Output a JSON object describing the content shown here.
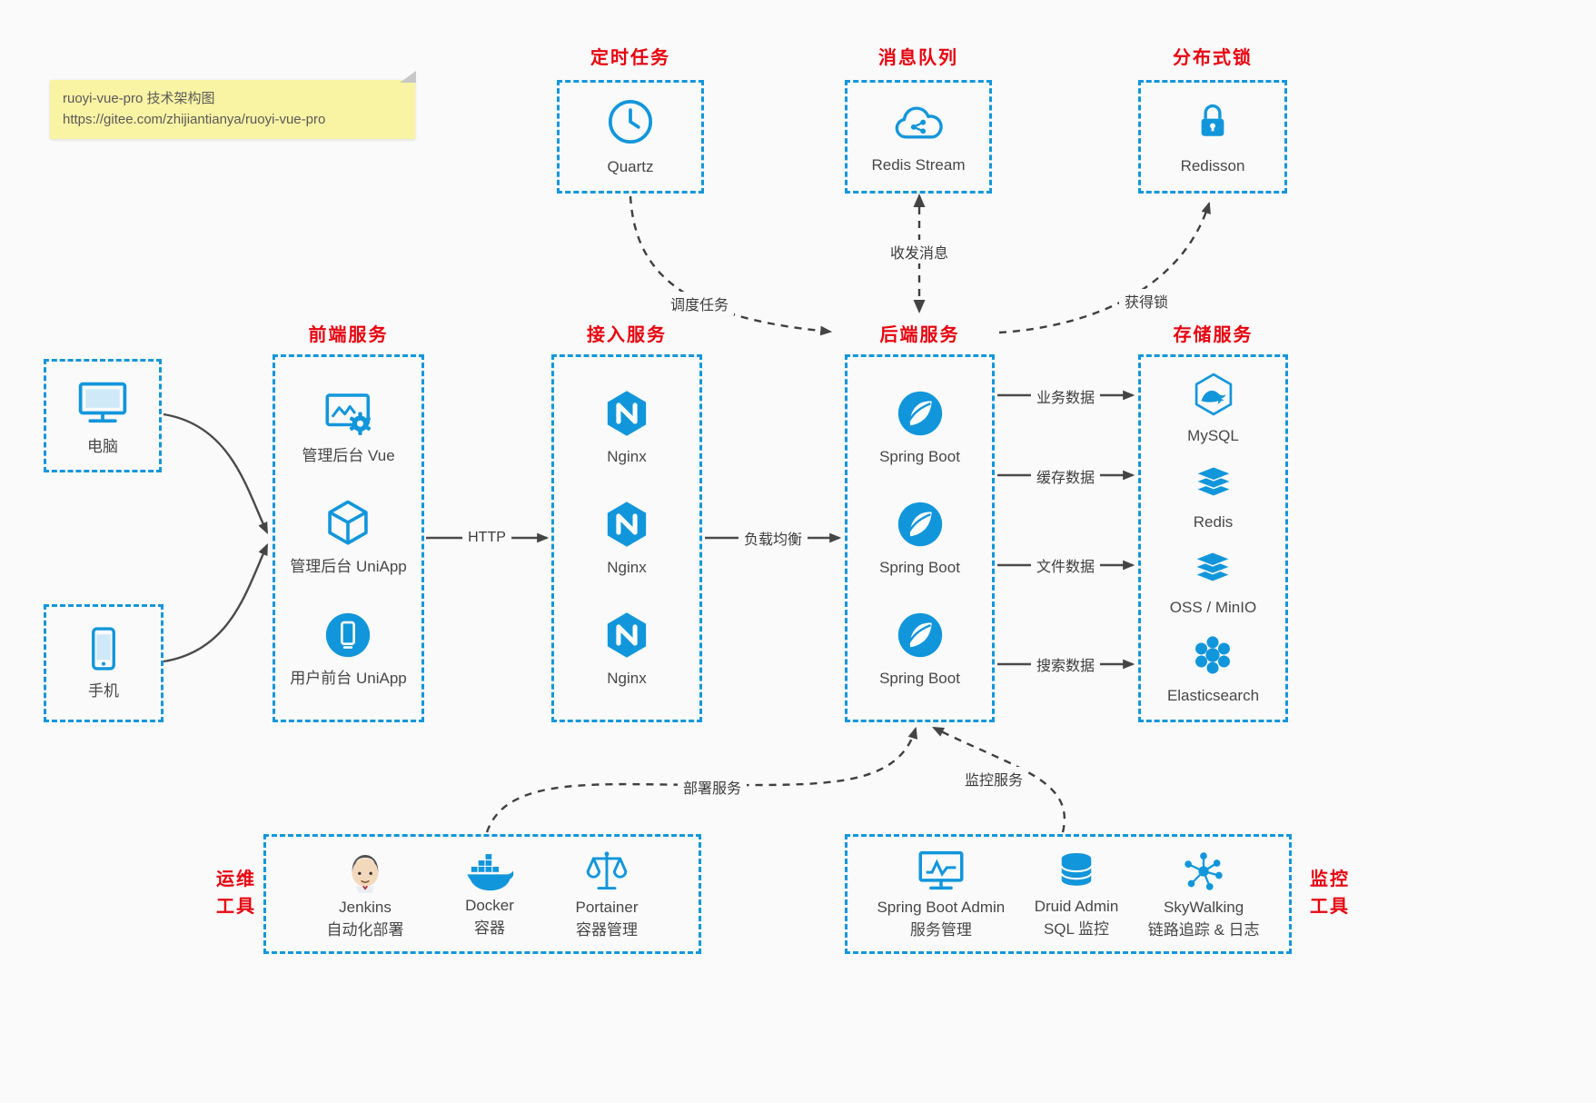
{
  "note": {
    "line1": "ruoyi-vue-pro 技术架构图",
    "line2": "https://gitee.com/zhijiantianya/ruoyi-vue-pro"
  },
  "top_services": [
    {
      "title": "定时任务",
      "label": "Quartz",
      "icon": "clock-icon"
    },
    {
      "title": "消息队列",
      "label": "Redis Stream",
      "icon": "cloud-queue-icon"
    },
    {
      "title": "分布式锁",
      "label": "Redisson",
      "icon": "lock-icon"
    }
  ],
  "clients": [
    {
      "label": "电脑",
      "icon": "desktop-icon"
    },
    {
      "label": "手机",
      "icon": "phone-icon"
    }
  ],
  "frontend": {
    "title": "前端服务",
    "items": [
      {
        "label": "管理后台 Vue",
        "icon": "admin-window-gear-icon"
      },
      {
        "label": "管理后台 UniApp",
        "icon": "cube-icon"
      },
      {
        "label": "用户前台 UniApp",
        "icon": "mobile-circle-icon"
      }
    ]
  },
  "gateway": {
    "title": "接入服务",
    "items": [
      {
        "label": "Nginx",
        "icon": "nginx-hexagon-icon"
      },
      {
        "label": "Nginx",
        "icon": "nginx-hexagon-icon"
      },
      {
        "label": "Nginx",
        "icon": "nginx-hexagon-icon"
      }
    ]
  },
  "backend": {
    "title": "后端服务",
    "items": [
      {
        "label": "Spring Boot",
        "icon": "spring-leaf-icon"
      },
      {
        "label": "Spring Boot",
        "icon": "spring-leaf-icon"
      },
      {
        "label": "Spring Boot",
        "icon": "spring-leaf-icon"
      }
    ]
  },
  "storage": {
    "title": "存储服务",
    "items": [
      {
        "label": "MySQL",
        "icon": "mysql-dolphin-icon"
      },
      {
        "label": "Redis",
        "icon": "redis-stack-icon"
      },
      {
        "label": "OSS / MinIO",
        "icon": "oss-stack-icon"
      },
      {
        "label": "Elasticsearch",
        "icon": "elasticsearch-cluster-icon"
      }
    ]
  },
  "ops": {
    "title_line1": "运维",
    "title_line2": "工具",
    "items": [
      {
        "label": "Jenkins",
        "sub": "自动化部署",
        "icon": "jenkins-icon"
      },
      {
        "label": "Docker",
        "sub": "容器",
        "icon": "docker-whale-icon"
      },
      {
        "label": "Portainer",
        "sub": "容器管理",
        "icon": "portainer-scales-icon"
      }
    ]
  },
  "monitoring": {
    "title_line1": "监控",
    "title_line2": "工具",
    "items": [
      {
        "label": "Spring Boot Admin",
        "sub": "服务管理",
        "icon": "monitor-chart-icon"
      },
      {
        "label": "Druid Admin",
        "sub": "SQL 监控",
        "icon": "database-icon"
      },
      {
        "label": "SkyWalking",
        "sub": "链路追踪 & 日志",
        "icon": "topology-icon"
      }
    ]
  },
  "edges": {
    "http": "HTTP",
    "load_balance": "负载均衡",
    "business": "业务数据",
    "cache": "缓存数据",
    "file": "文件数据",
    "search": "搜索数据",
    "schedule": "调度任务",
    "messaging": "收发消息",
    "lock": "获得锁",
    "deploy": "部署服务",
    "monitor": "监控服务"
  },
  "colors": {
    "accent_blue": "#1296db",
    "title_red": "#e8000d",
    "note_yellow": "#f9f3a4",
    "line_gray": "#444444",
    "background": "#fafafa"
  }
}
